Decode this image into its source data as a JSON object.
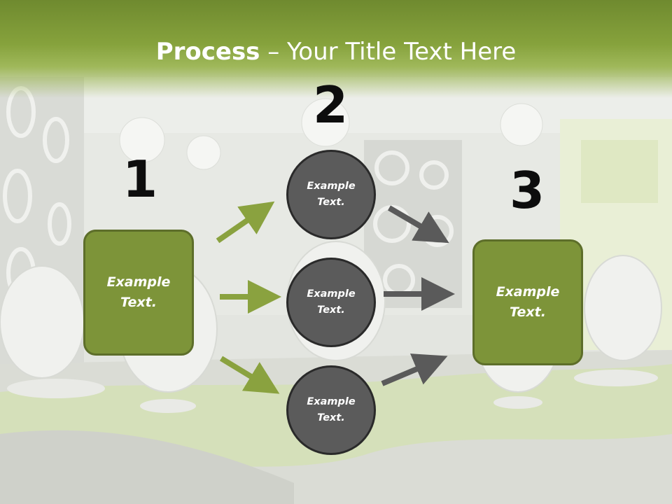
{
  "slide": {
    "title_bold": "Process",
    "title_rest": " – Your Title Text Here",
    "numbers": [
      "1",
      "2",
      "3"
    ],
    "box_left": {
      "line1": "Example",
      "line2": "Text."
    },
    "box_right": {
      "line1": "Example",
      "line2": "Text."
    },
    "circles": [
      {
        "line1": "Example",
        "line2": "Text."
      },
      {
        "line1": "Example",
        "line2": "Text."
      },
      {
        "line1": "Example",
        "line2": "Text."
      }
    ]
  },
  "colors": {
    "accent_green": "#7d9439",
    "banner_green": "#86a23c",
    "circle_gray": "#5b5b5b",
    "arrow_gray": "#5a5a5a"
  },
  "icons": [
    "arrow-right-up-icon",
    "arrow-right-icon",
    "arrow-right-down-icon"
  ]
}
